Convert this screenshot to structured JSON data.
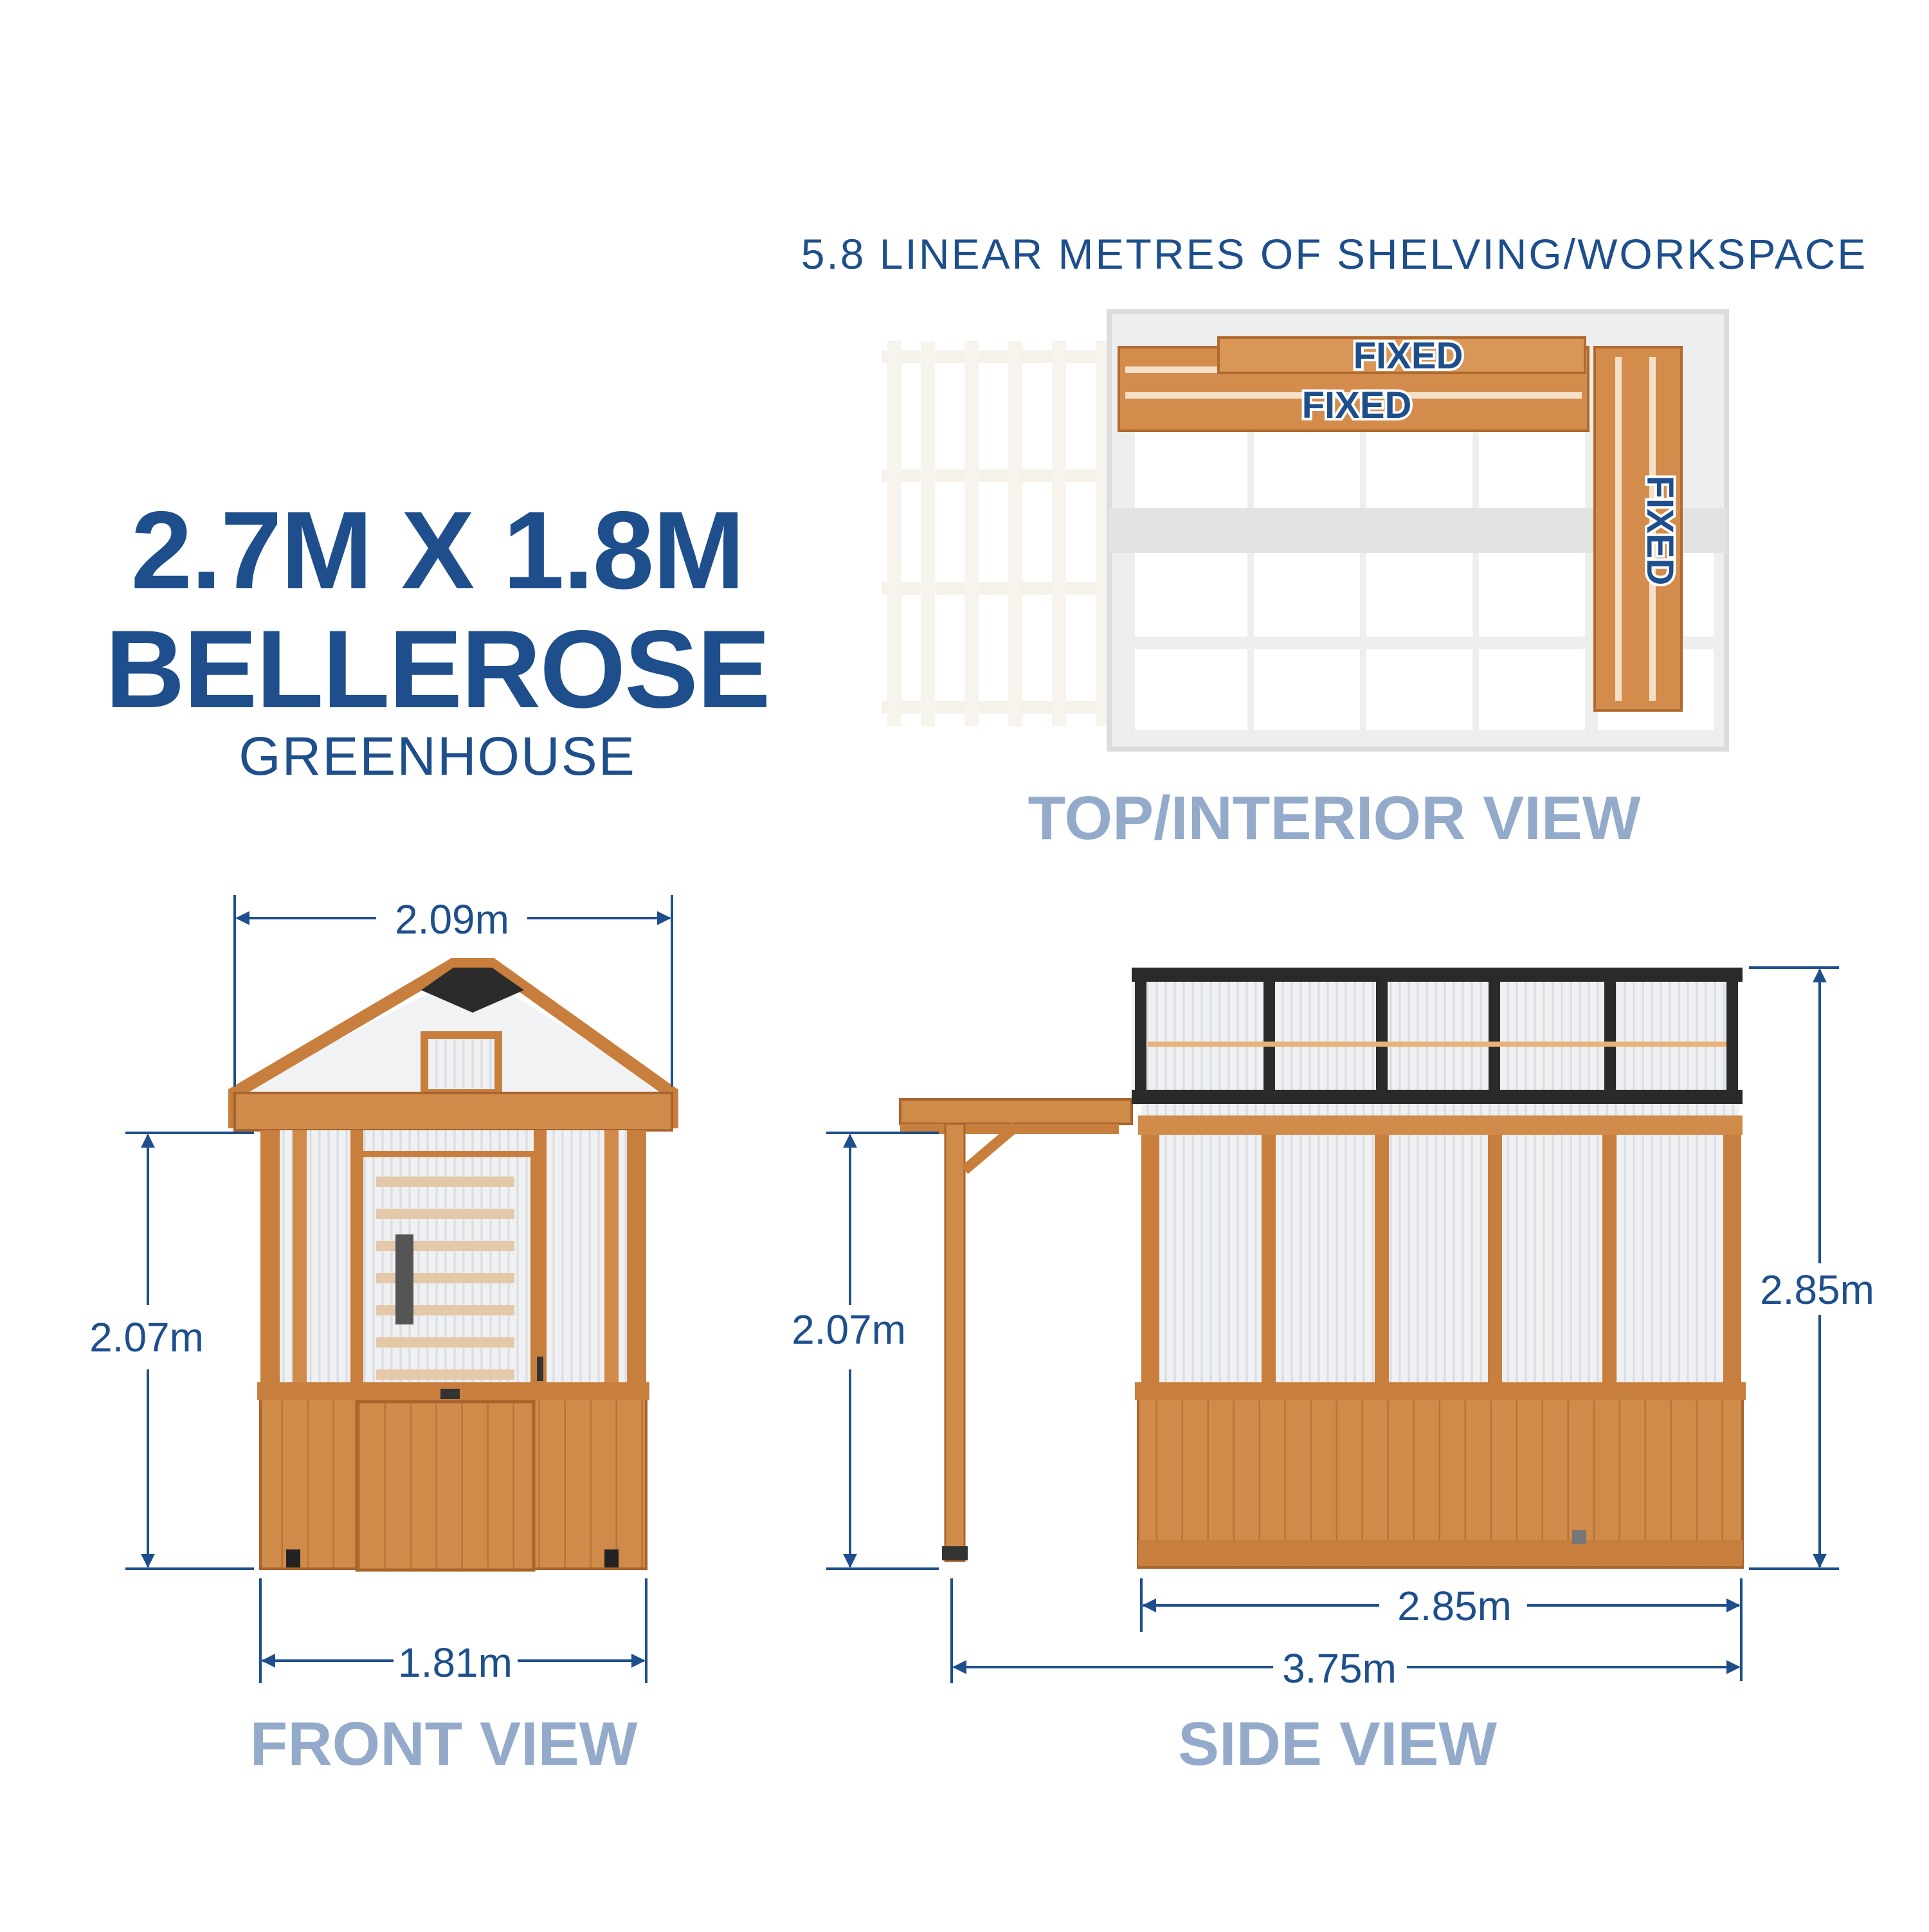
{
  "product": {
    "size": "2.7M X 1.8M",
    "name": "BELLEROSE",
    "type": "GREENHOUSE"
  },
  "top_view": {
    "heading": "5.8 LINEAR METRES OF SHELVING/WORKSPACE",
    "shelf_labels": [
      "FIXED",
      "FIXED",
      "FIXED"
    ],
    "caption": "TOP/INTERIOR VIEW"
  },
  "front_view": {
    "caption": "FRONT VIEW",
    "dims": {
      "top_width": "2.09m",
      "wall_height": "2.07m",
      "base_width": "1.81m"
    }
  },
  "side_view": {
    "caption": "SIDE VIEW",
    "dims": {
      "pergola_height": "2.07m",
      "total_height": "2.85m",
      "body_length": "2.85m",
      "total_length": "3.75m"
    }
  },
  "colors": {
    "title_blue": "#1e4f8c",
    "caption_blue": "#93aacb",
    "dim_blue": "#1e4f8c",
    "wood": "#d08a4a",
    "wood_dark": "#a8642c",
    "glass": "#eef0f2",
    "frame_black": "#222222"
  }
}
